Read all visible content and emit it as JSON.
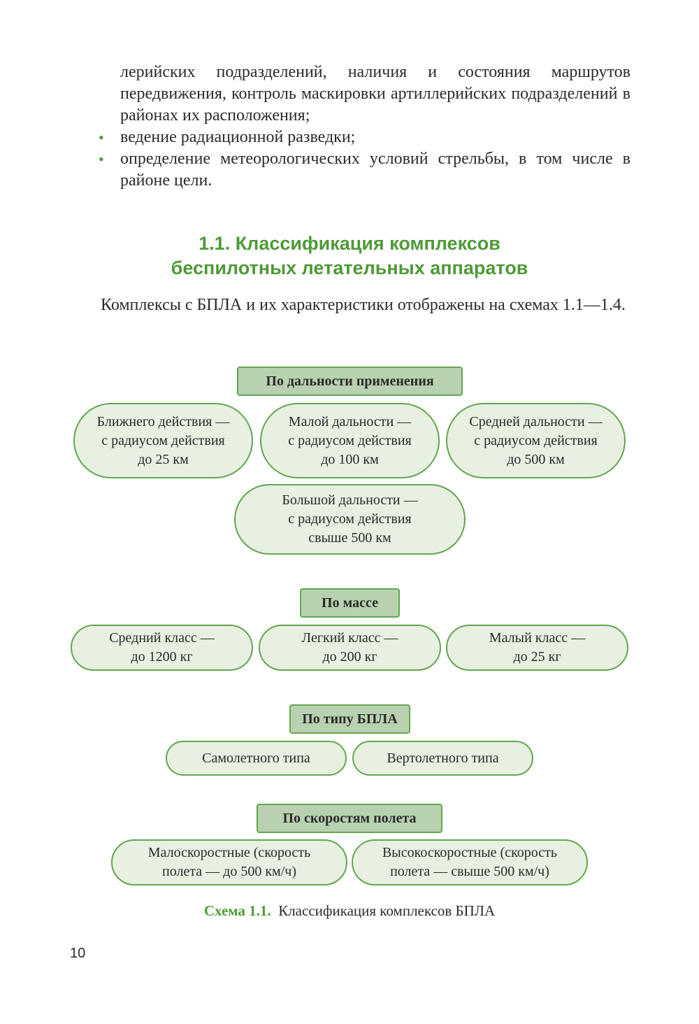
{
  "continuation_text": "лерийских подразделений, наличия и состояния маршрутов передвижения, контроль маскировки артиллерийских подразделений в районах их расположения;",
  "bullets": [
    "ведение радиационной разведки;",
    "определение метеорологических условий стрельбы, в том числе в районе цели."
  ],
  "section": {
    "title_line1": "1.1. Классификация комплексов",
    "title_line2": "беспилотных летательных аппаратов"
  },
  "intro_text": "Комплексы с БПЛА и их характеристики отображены на схемах 1.1—1.4.",
  "scheme": {
    "groups": [
      {
        "header": "По дальности применения",
        "items": [
          "Ближнего действия —\nс радиусом действия\nдо 25 км",
          "Малой дальности —\nс радиусом действия\nдо 100 км",
          "Средней дальности —\nс радиусом действия\nдо 500 км",
          "Большой дальности —\nс радиусом действия\nсвыше 500 км"
        ]
      },
      {
        "header": "По массе",
        "items": [
          "Средний класс —\nдо 1200 кг",
          "Легкий класс —\nдо 200 кг",
          "Малый класс —\nдо 25 кг"
        ]
      },
      {
        "header": "По типу БПЛА",
        "items": [
          "Самолетного типа",
          "Вертолетного типа"
        ]
      },
      {
        "header": "По скоростям полета",
        "items": [
          "Малоскоростные (скорость\nполета — до 500 км/ч)",
          "Высокоскоростные (скорость\nполета — свыше 500 км/ч)"
        ]
      }
    ],
    "caption_label": "Схема 1.1.",
    "caption_text": "Классификация комплексов БПЛА"
  },
  "page_number": "10",
  "colors": {
    "accent_green": "#4e9a36",
    "box_border": "#63a650",
    "header_fill": "#b8d1b0",
    "pill_fill": "#e7f0e1"
  }
}
